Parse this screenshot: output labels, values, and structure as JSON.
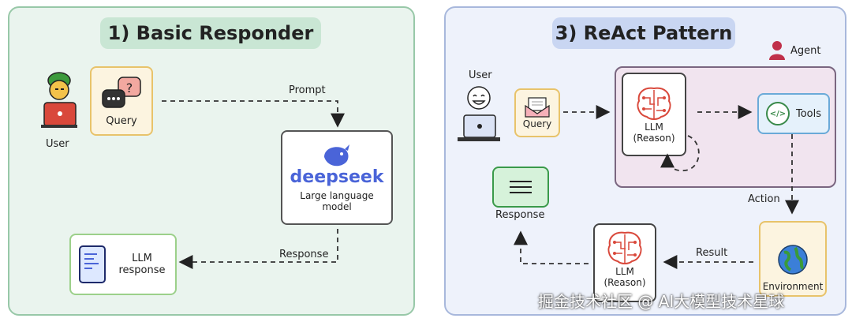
{
  "left": {
    "title": "1) Basic Responder",
    "user_label": "User",
    "query_label": "Query",
    "prompt_label": "Prompt",
    "deepseek_wordmark": "deepseek",
    "llm_box_label": "Large language model",
    "response_arrow_label": "Response",
    "llm_response_label": "LLM response"
  },
  "right": {
    "title": "3) ReAct Pattern",
    "agent_label": "Agent",
    "user_label": "User",
    "query_label": "Query",
    "llm_reason_label": "LLM (Reason)",
    "tools_label": "Tools",
    "action_label": "Action",
    "environment_label": "Environment",
    "result_label": "Result",
    "llm_bottom_label": "LLM (Reason)",
    "response_label": "Response"
  },
  "watermark": "掘金技术社区 @ AI大模型技术星球",
  "icons": {
    "question_mark": "?",
    "tools_glyph": "</>"
  }
}
